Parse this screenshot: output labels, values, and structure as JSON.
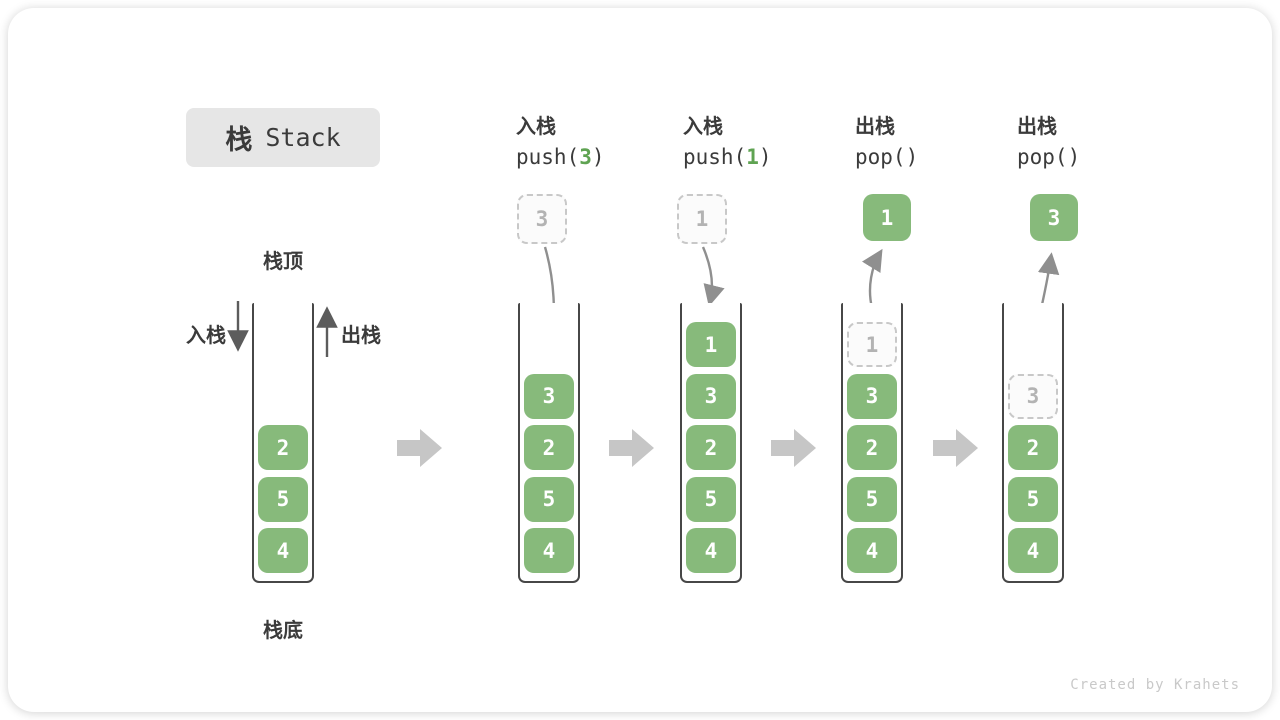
{
  "title": {
    "zh": "栈",
    "en": "Stack"
  },
  "labels": {
    "stack_top": "栈顶",
    "stack_bottom": "栈底",
    "push_side": "入栈",
    "pop_side": "出栈"
  },
  "operations": [
    {
      "label": "入栈",
      "code": {
        "pre": "push(",
        "arg": "3",
        "post": ")"
      },
      "floating": {
        "value": "3",
        "style": "dashed"
      }
    },
    {
      "label": "入栈",
      "code": {
        "pre": "push(",
        "arg": "1",
        "post": ")"
      },
      "floating": {
        "value": "1",
        "style": "dashed"
      }
    },
    {
      "label": "出栈",
      "code": {
        "pre": "pop(",
        "arg": "",
        "post": ")"
      },
      "floating": {
        "value": "1",
        "style": "solid"
      }
    },
    {
      "label": "出栈",
      "code": {
        "pre": "pop(",
        "arg": "",
        "post": ")"
      },
      "floating": {
        "value": "3",
        "style": "solid"
      }
    }
  ],
  "stacks": [
    {
      "cells": [
        {
          "value": "2",
          "style": "solid"
        },
        {
          "value": "5",
          "style": "solid"
        },
        {
          "value": "4",
          "style": "solid"
        }
      ]
    },
    {
      "cells": [
        {
          "value": "3",
          "style": "solid"
        },
        {
          "value": "2",
          "style": "solid"
        },
        {
          "value": "5",
          "style": "solid"
        },
        {
          "value": "4",
          "style": "solid"
        }
      ]
    },
    {
      "cells": [
        {
          "value": "1",
          "style": "solid"
        },
        {
          "value": "3",
          "style": "solid"
        },
        {
          "value": "2",
          "style": "solid"
        },
        {
          "value": "5",
          "style": "solid"
        },
        {
          "value": "4",
          "style": "solid"
        }
      ]
    },
    {
      "cells": [
        {
          "value": "1",
          "style": "dashed"
        },
        {
          "value": "3",
          "style": "solid"
        },
        {
          "value": "2",
          "style": "solid"
        },
        {
          "value": "5",
          "style": "solid"
        },
        {
          "value": "4",
          "style": "solid"
        }
      ]
    },
    {
      "cells": [
        {
          "value": "3",
          "style": "dashed"
        },
        {
          "value": "2",
          "style": "solid"
        },
        {
          "value": "5",
          "style": "solid"
        },
        {
          "value": "4",
          "style": "solid"
        }
      ]
    }
  ],
  "watermark": "Created by Krahets",
  "colors": {
    "green": "#87BA7B",
    "code_green": "#5FA352",
    "label_dark": "#3B3B3B",
    "muted": "#B3B3B3",
    "dash_border": "#C8C8C8",
    "arrow": "#8F8F8F",
    "arrow_dark": "#5C5C5C",
    "block_arrow": "#C6C6C6",
    "well_border": "#474747",
    "badge_bg": "#E6E6E6",
    "watermark": "#C9C9C9"
  }
}
